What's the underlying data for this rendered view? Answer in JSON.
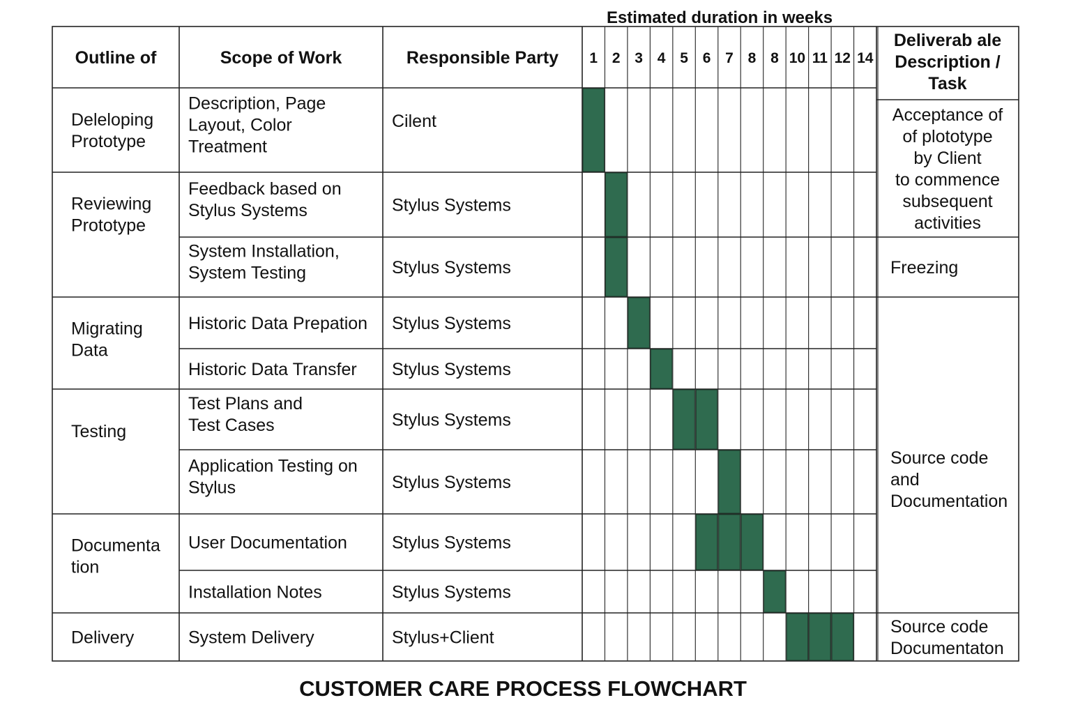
{
  "chart_data": {
    "type": "table",
    "title": "CUSTOMER CARE PROCESS FLOWCHART",
    "duration_header": "Estimated duration in weeks",
    "columns": {
      "outline": "Outline of",
      "scope": "Scope of Work",
      "party": "Responsible Party",
      "deliverable": [
        "Deliverab ale",
        "Description /",
        "Task"
      ]
    },
    "week_labels": [
      "1",
      "2",
      "3",
      "4",
      "5",
      "6",
      "7",
      "8",
      "8",
      "10",
      "11",
      "12",
      "14"
    ],
    "bar_color": "#2f6b4f",
    "groups": [
      {
        "outline": [
          "Deleloping",
          "Prototype"
        ],
        "rows": [
          0
        ]
      },
      {
        "outline": [
          "Reviewing",
          "Prototype"
        ],
        "rows": [
          1,
          2
        ]
      },
      {
        "outline": [
          "Migrating",
          "Data"
        ],
        "rows": [
          3,
          4
        ]
      },
      {
        "outline": [
          "Testing"
        ],
        "rows": [
          5,
          6
        ]
      },
      {
        "outline": [
          "Documenta",
          "tion"
        ],
        "rows": [
          7,
          8
        ]
      },
      {
        "outline": [
          "Delivery"
        ],
        "rows": [
          9
        ]
      }
    ],
    "rows": [
      {
        "scope": [
          "Description, Page",
          "Layout, Color",
          "Treatment"
        ],
        "party": "Cilent",
        "weeks": [
          1
        ]
      },
      {
        "scope": [
          "Feedback based on",
          "Stylus Systems"
        ],
        "party": "Stylus Systems",
        "weeks": [
          2
        ]
      },
      {
        "scope": [
          "System Installation,",
          "System Testing"
        ],
        "party": "Stylus Systems",
        "weeks": [
          2
        ]
      },
      {
        "scope": [
          "Historic Data Prepation"
        ],
        "party": "Stylus Systems",
        "weeks": [
          3
        ]
      },
      {
        "scope": [
          "Historic Data Transfer"
        ],
        "party": "Stylus Systems",
        "weeks": [
          4
        ]
      },
      {
        "scope": [
          "Test Plans and",
          "Test Cases"
        ],
        "party": "Stylus Systems",
        "weeks": [
          5,
          6
        ]
      },
      {
        "scope": [
          "Application Testing on",
          "Stylus"
        ],
        "party": "Stylus Systems",
        "weeks": [
          7
        ]
      },
      {
        "scope": [
          "User Documentation"
        ],
        "party": "Stylus Systems",
        "weeks": [
          6,
          7,
          8
        ]
      },
      {
        "scope": [
          "Installation Notes"
        ],
        "party": "Stylus Systems",
        "weeks": [
          9
        ]
      },
      {
        "scope": [
          "System Delivery"
        ],
        "party": "Stylus+Client",
        "weeks": [
          10,
          11,
          12
        ]
      }
    ],
    "deliverables": [
      {
        "rows": [
          0,
          1
        ],
        "text": [
          "Acceptance of",
          "of plototype",
          "by Client",
          "to commence",
          "subsequent",
          "activities"
        ]
      },
      {
        "rows": [
          2
        ],
        "text": [
          "Freezing"
        ]
      },
      {
        "rows": [
          3,
          8
        ],
        "text": [
          "Source code",
          "and",
          "Documentation"
        ]
      },
      {
        "rows": [
          9
        ],
        "text": [
          "Source code",
          "Documentaton"
        ]
      }
    ]
  }
}
